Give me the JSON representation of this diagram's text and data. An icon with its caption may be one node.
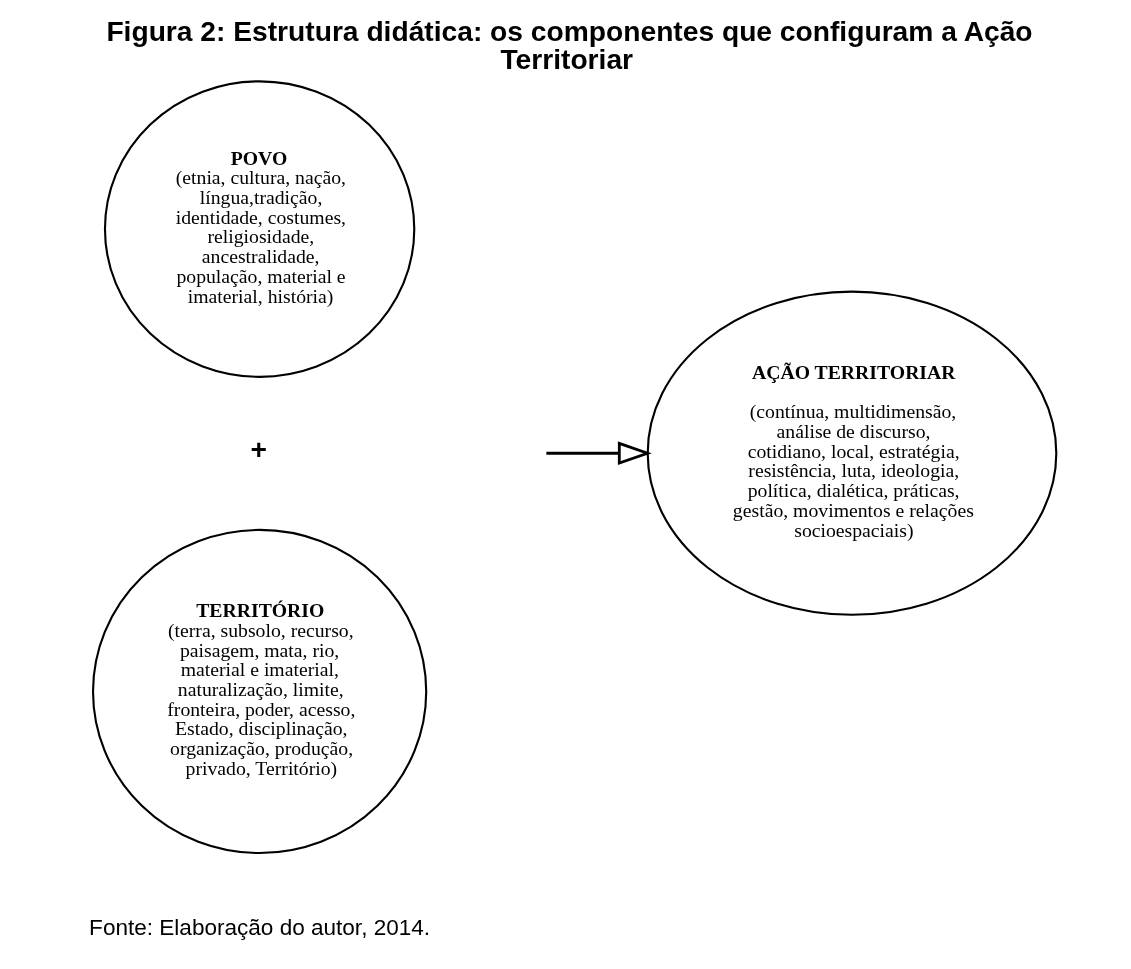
{
  "diagram": {
    "title": "Figura 2: Estrutura didática: os componentes que configuram a Ação Territoriar",
    "caption": "Fonte: Elaboração do autor, 2014.",
    "nodes": [
      {
        "text": [
          "POVO",
          "(etnia, cultura, nação, língua,tradição, identidade, costumes, religiosidade, ancestralidade, população, material e imaterial, história)"
        ]
      },
      {
        "text": [
          "TERRITÓRIO",
          "(terra, subsolo, recurso, paisagem, mata, rio, material e imaterial, naturalização, limite, fronteira, poder, acesso, Estado, disciplinação, organização, produção, privado, Território)"
        ]
      },
      {
        "text": [
          "AÇÃO TERRITORIAR",
          "(contínua, multidimensão, análise de discurso, cotidiano, local, estratégia, resistência, luta, ideologia, política, dialética, práticas, gestão, movimentos e relações socioespaciais)"
        ]
      }
    ],
    "edges": [
      {
        "from": null,
        "to": 2,
        "arrow": "to"
      }
    ],
    "labels": [
      "+"
    ]
  }
}
